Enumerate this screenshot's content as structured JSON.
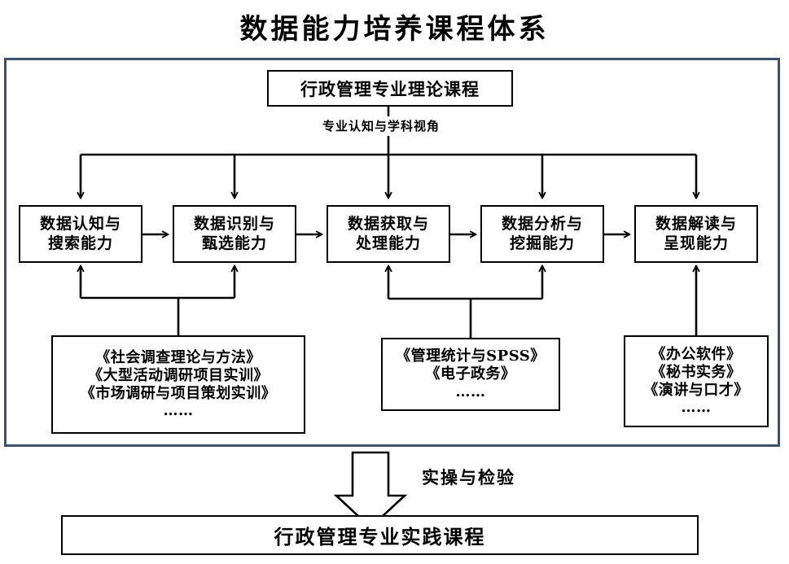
{
  "page": {
    "title": "数据能力培养课程体系",
    "frame_border_color": "#3f506a",
    "line_color": "#000000",
    "background": "#ffffff"
  },
  "theory": {
    "label": "行政管理专业理论课程"
  },
  "links": {
    "theory_to_capabilities": "专业认知与学科视角",
    "capabilities_to_practice": "实操与检验"
  },
  "capabilities": [
    {
      "line1": "数据认知与",
      "line2": "搜索能力"
    },
    {
      "line1": "数据识别与",
      "line2": "甄选能力"
    },
    {
      "line1": "数据获取与",
      "line2": "处理能力"
    },
    {
      "line1": "数据分析与",
      "line2": "挖掘能力"
    },
    {
      "line1": "数据解读与",
      "line2": "呈现能力"
    }
  ],
  "course_groups": [
    {
      "name": "survey-courses",
      "items": [
        "《社会调查理论与方法》",
        "《大型活动调研项目实训》",
        "《市场调研与项目策划实训》"
      ],
      "ellipsis": "……"
    },
    {
      "name": "statistics-courses",
      "items": [
        "《管理统计与SPSS》",
        "《电子政务》"
      ],
      "ellipsis": "……"
    },
    {
      "name": "presentation-courses",
      "items": [
        "《办公软件》",
        "《秘书实务》",
        "《演讲与口才》"
      ],
      "ellipsis": "……"
    }
  ],
  "practice": {
    "label": "行政管理专业实践课程"
  }
}
